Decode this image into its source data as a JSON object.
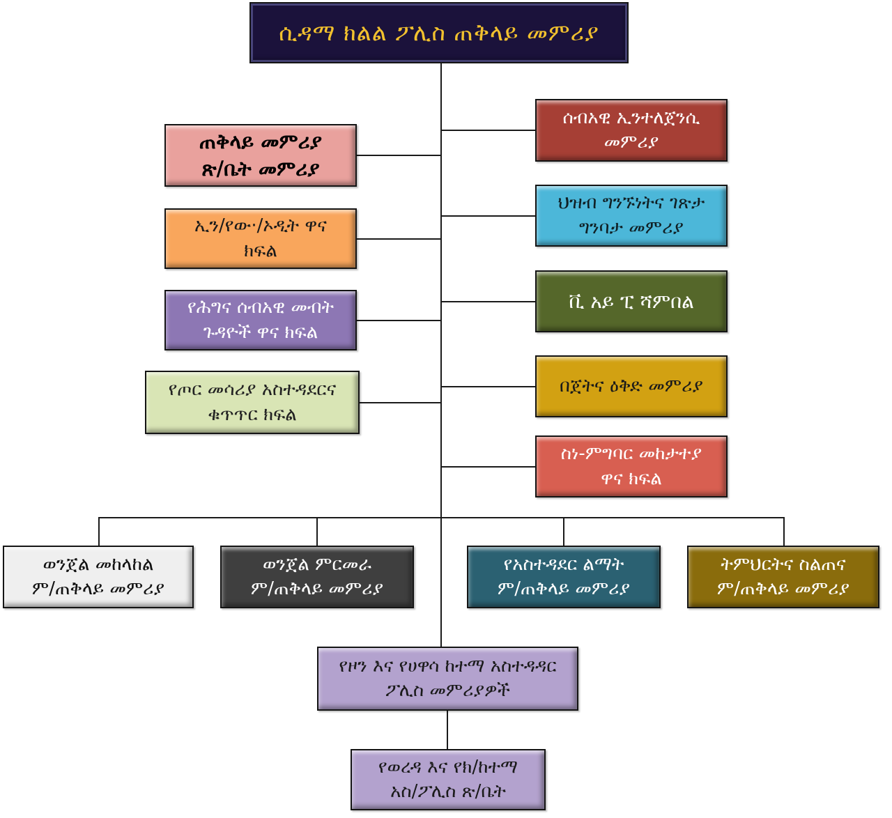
{
  "chart": {
    "background": "#ffffff",
    "line_color": "#1a1a1a",
    "title": {
      "label": "ሲዳማ  ክልል ፖሊስ ጠቅላይ መምሪያ",
      "bg": "#1b123b",
      "fg": "#f2c12e"
    },
    "left_branch": [
      {
        "label": "ጠቅላይ  መምሪያ\nጽ/ቤት  መምሪያ",
        "bg": "#e9a19d",
        "fg": "#000000"
      },
      {
        "label": "ኢን/የው·/ኦዲት  ዋና\nክፍል",
        "bg": "#f9a65c",
        "fg": "#1a1a1a"
      },
      {
        "label": "የሕግና ሰብአዊ መብት\nጉዳዮች ዋና ክፍል",
        "bg": "#8d77b4",
        "fg": "#ffffff"
      },
      {
        "label": "የጦር መሳሪያ አስተዳደርና\nቁጥጥር  ክፍል",
        "bg": "#d9e5b5",
        "fg": "#222222"
      }
    ],
    "right_branch": [
      {
        "label": "ሰብአዊ  ኢንተለጀንሲ\nመምሪያ",
        "bg": "#a63f35",
        "fg": "#ffffff"
      },
      {
        "label": "ህዝብ ግንኙነትና ገጽታ\nግንባታ መምሪያ",
        "bg": "#4cb7d9",
        "fg": "#102025"
      },
      {
        "label": "ቪ አይ ፒ ሻምበል",
        "bg": "#55672a",
        "fg": "#ffffff"
      },
      {
        "label": "በጀትና ዕቅድ መምሪያ",
        "bg": "#d2a112",
        "fg": "#1a1a1a"
      },
      {
        "label": "ስነ-ምግባር መከታተያ\nዋና ክፍል",
        "bg": "#d85f51",
        "fg": "#ffffff"
      }
    ],
    "deputy_row": [
      {
        "label": "ወንጀል መከላከል\nም/ጠቅላይ መምሪያ",
        "bg": "#efefef",
        "fg": "#111111"
      },
      {
        "label": "ወንጀል ምርመራ\nም/ጠቅላይ መምሪያ",
        "bg": "#3f3f3f",
        "fg": "#ffffff"
      },
      {
        "label": "የአስተዳደር ልማት\nም/ጠቅላይ መምሪያ",
        "bg": "#2b6172",
        "fg": "#ffffff"
      },
      {
        "label": "ትምህርትና ስልጠና\nም/ጠቅላይ መምሪያ",
        "bg": "#8a6c0c",
        "fg": "#ffffff"
      }
    ],
    "subordinate": [
      {
        "label": "የዞን እና የሀዋሳ ከተማ አስተዳዳር\nፖሊስ  መምሪያዎች",
        "bg": "#b3a2ce",
        "fg": "#1a1a1a"
      },
      {
        "label": "የወረዳ እና የክ/ከተማ\nአስ/ፖሊስ  ጽ/ቤት",
        "bg": "#b3a2ce",
        "fg": "#1a1a1a"
      }
    ]
  }
}
